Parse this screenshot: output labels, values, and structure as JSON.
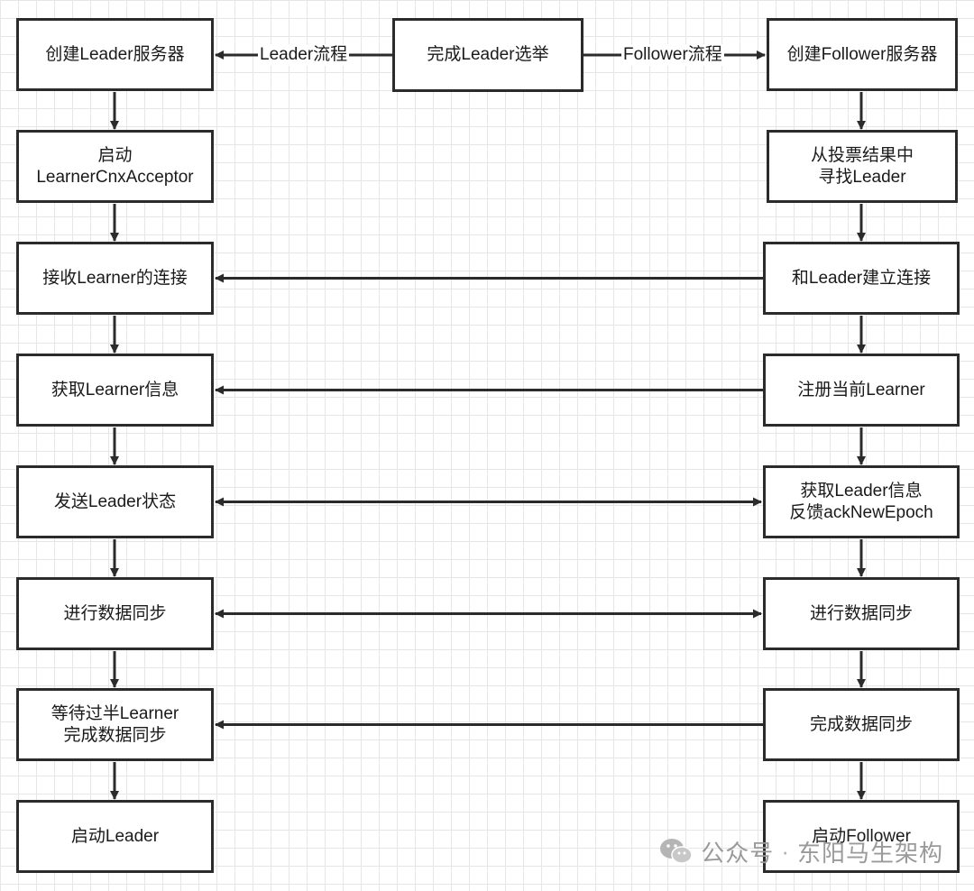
{
  "diagram": {
    "top": {
      "center": "完成Leader选举",
      "left_label": "Leader流程",
      "right_label": "Follower流程"
    },
    "leader_steps": [
      "创建Leader服务器",
      "启动\nLearnerCnxAcceptor",
      "接收Learner的连接",
      "获取Learner信息",
      "发送Leader状态",
      "进行数据同步",
      "等待过半Learner\n完成数据同步",
      "启动Leader"
    ],
    "follower_steps": [
      "创建Follower服务器",
      "从投票结果中\n寻找Leader",
      "和Leader建立连接",
      "注册当前Learner",
      "获取Leader信息\n反馈ackNewEpoch",
      "进行数据同步",
      "完成数据同步",
      "启动Follower"
    ]
  },
  "watermark": {
    "icon": "wechat-icon",
    "account_type": "公众号",
    "separator": "·",
    "account_name": "东阳马生架构"
  },
  "colors": {
    "stroke": "#2b2b2b",
    "grid": "#e6e6e6",
    "watermark": "#9a9a9a"
  }
}
